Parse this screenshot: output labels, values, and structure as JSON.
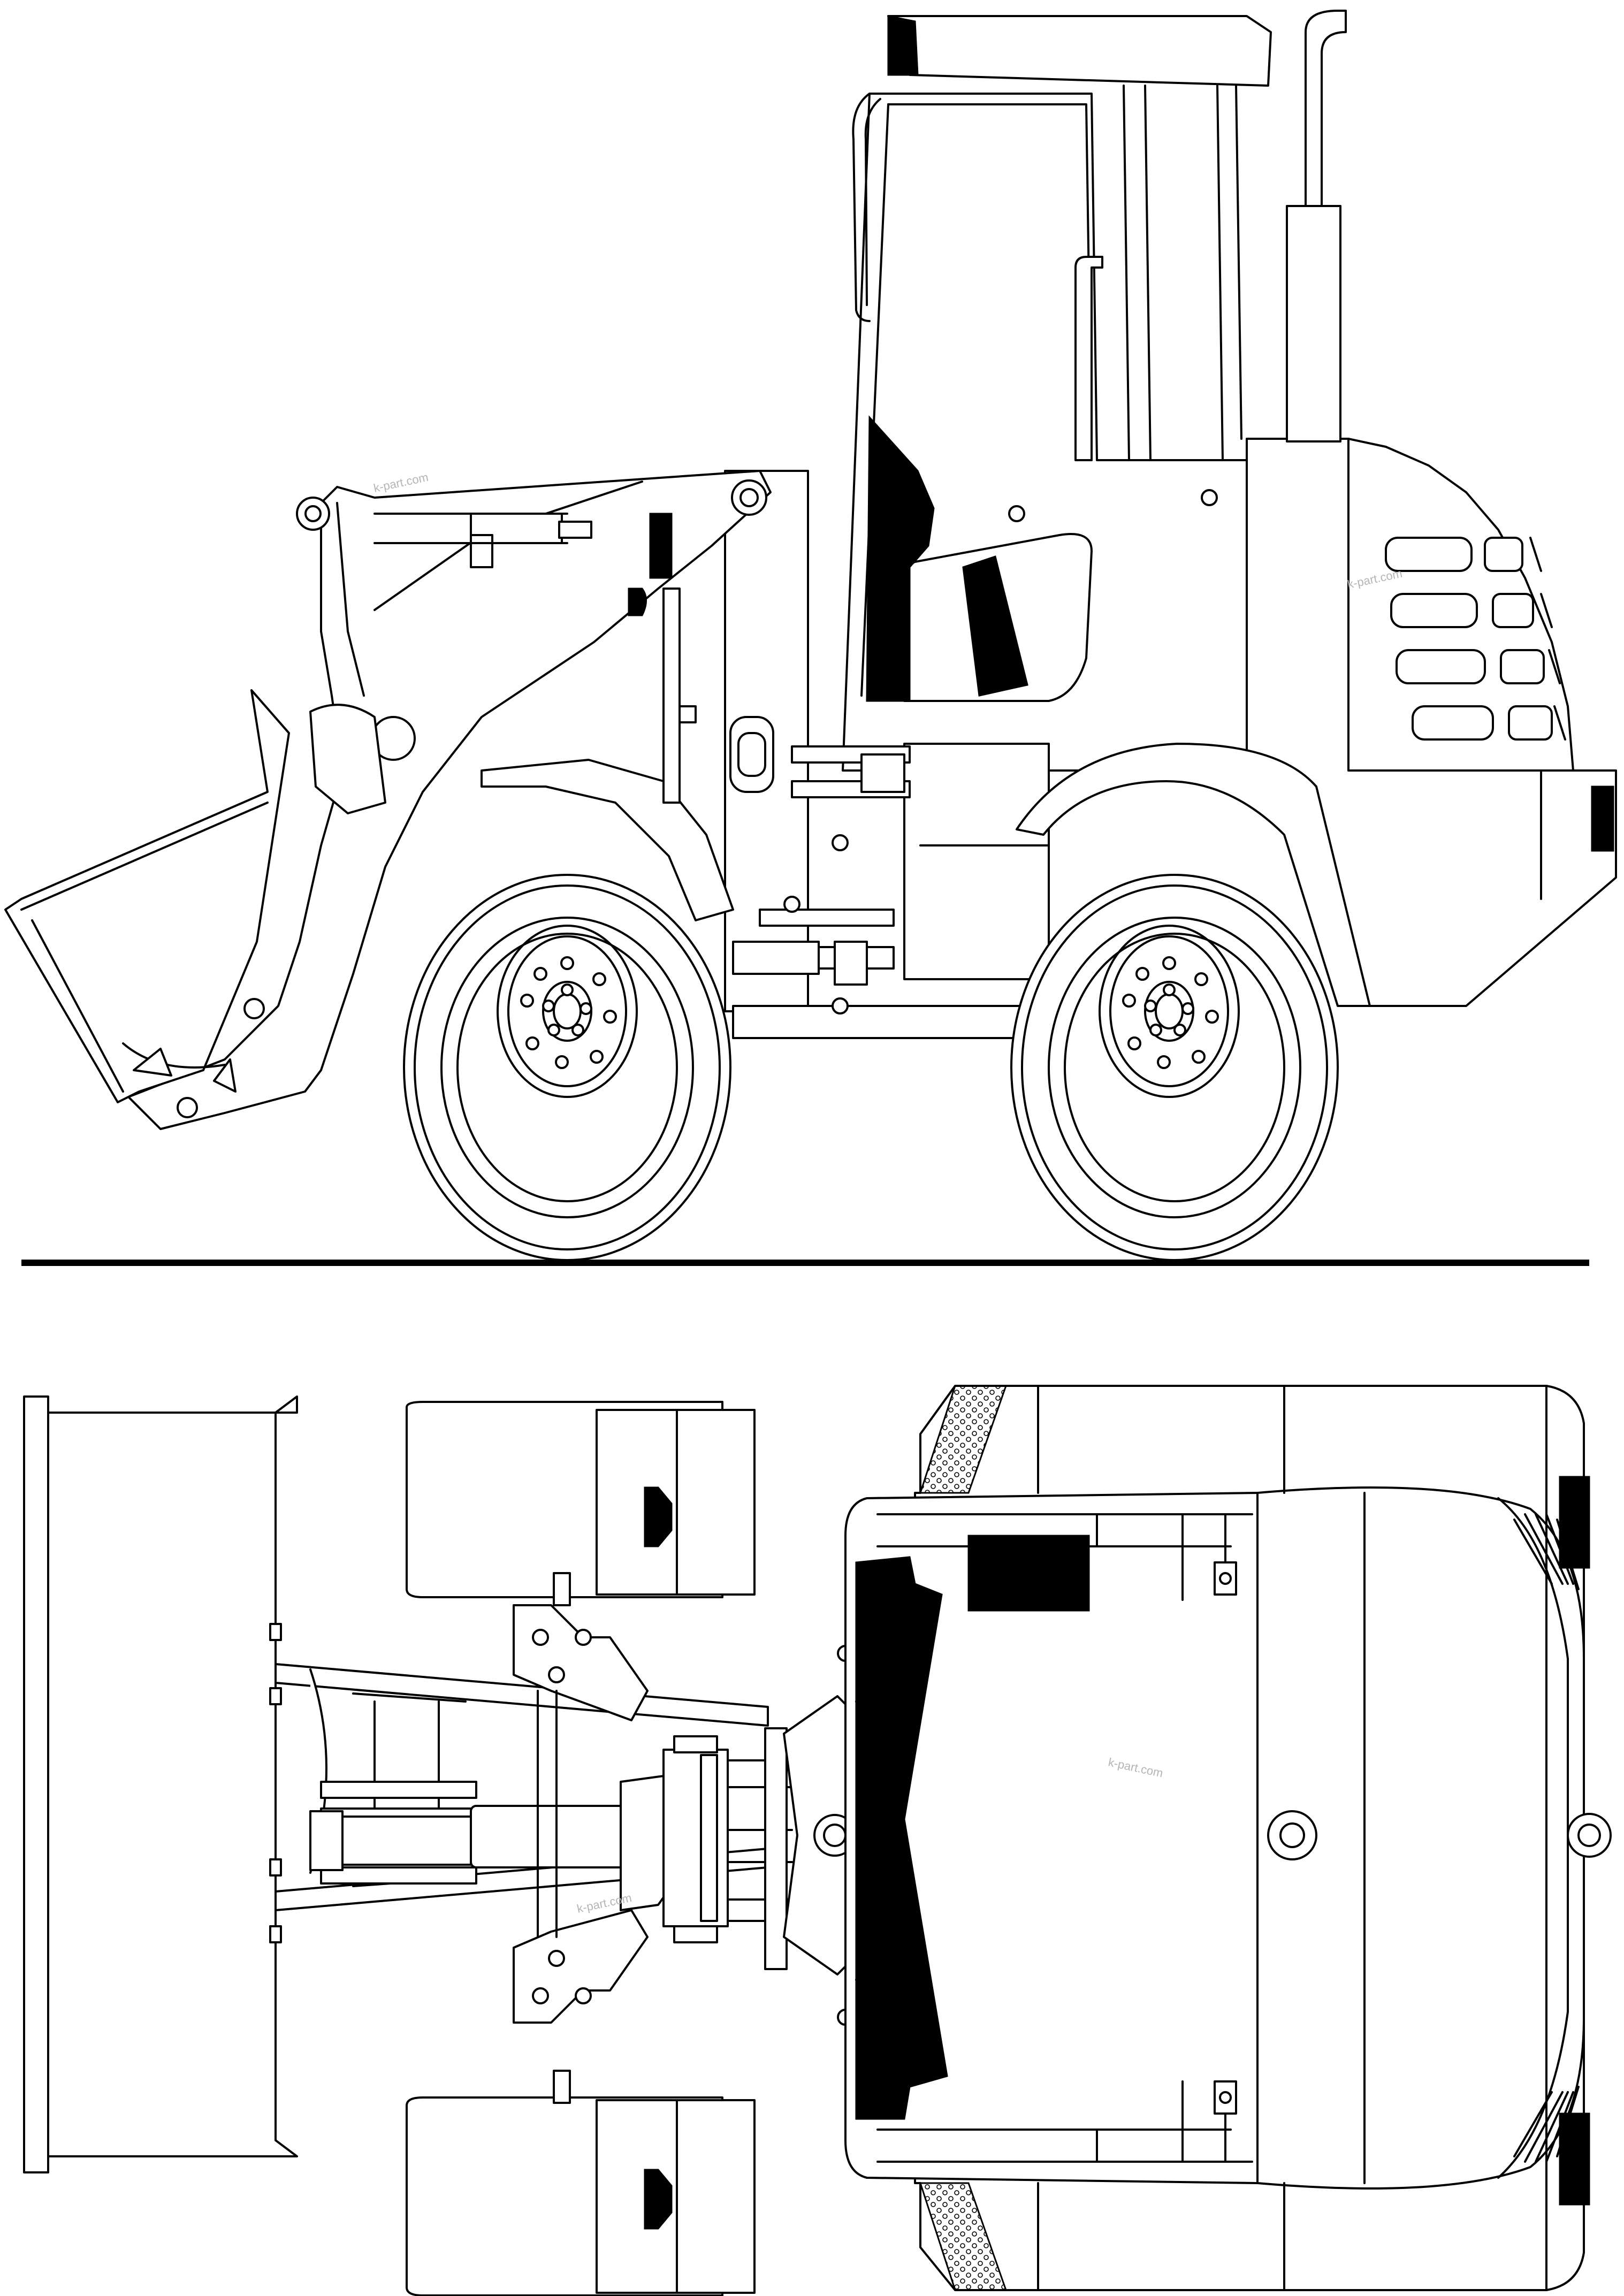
{
  "watermarks": {
    "side_cab": "k-part.com",
    "side_hood": "k-part.com",
    "top_boom": "k-part.com",
    "top_body": "k-part.com"
  },
  "colors": {
    "line": "#000000",
    "background": "#ffffff",
    "watermark": "#b5b5b5"
  }
}
